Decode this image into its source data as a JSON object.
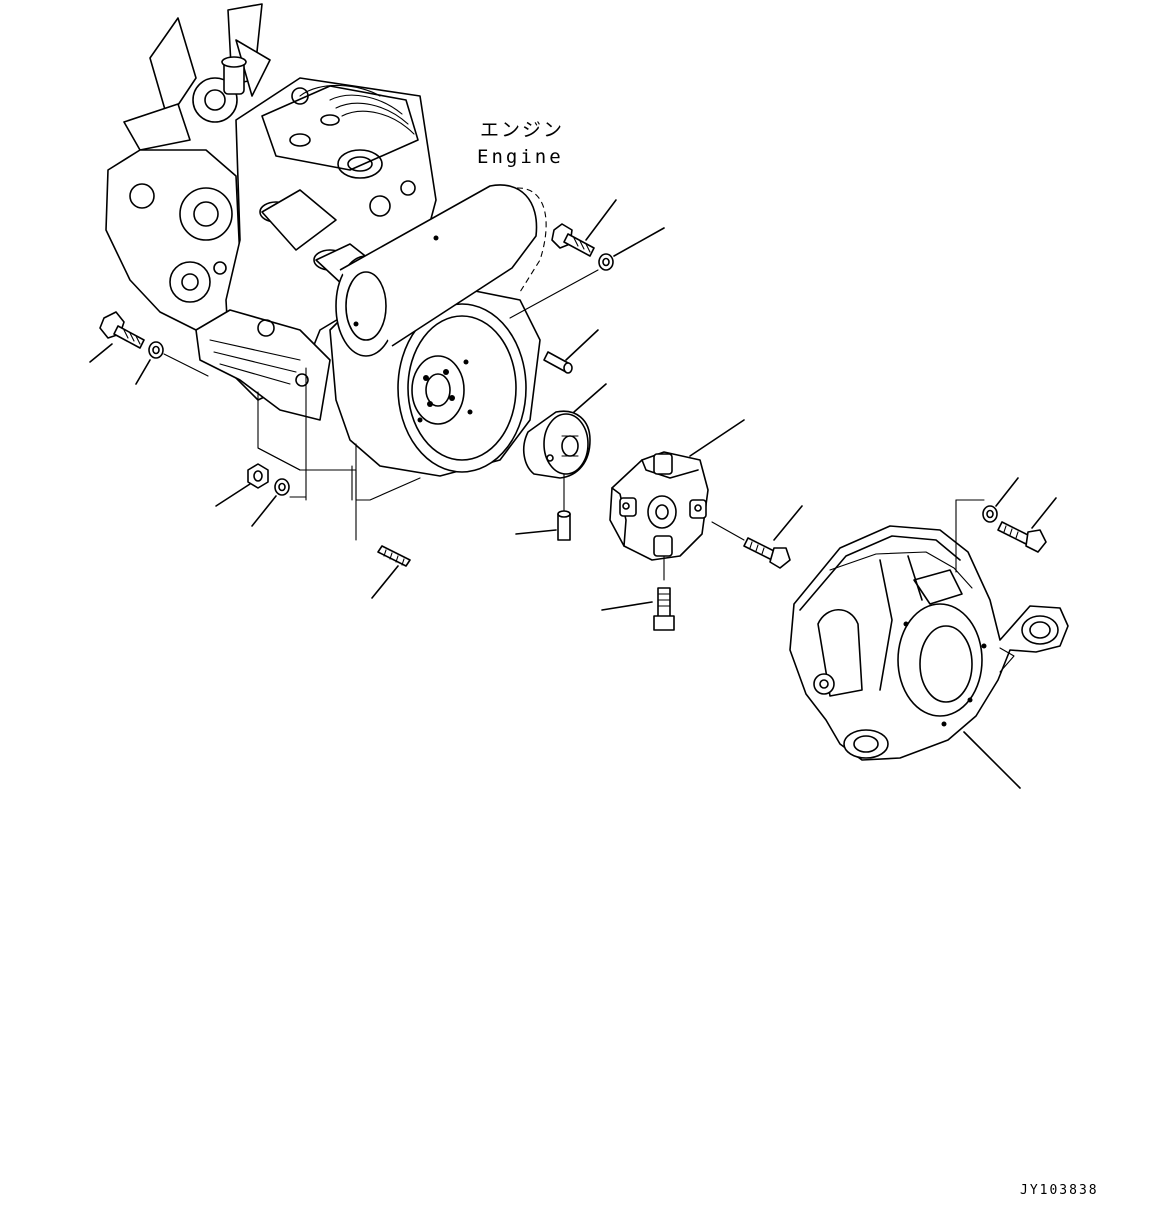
{
  "labels": {
    "engine_jp": "エンジン",
    "engine_en": "Engine",
    "drawing_code": "JY103838"
  }
}
